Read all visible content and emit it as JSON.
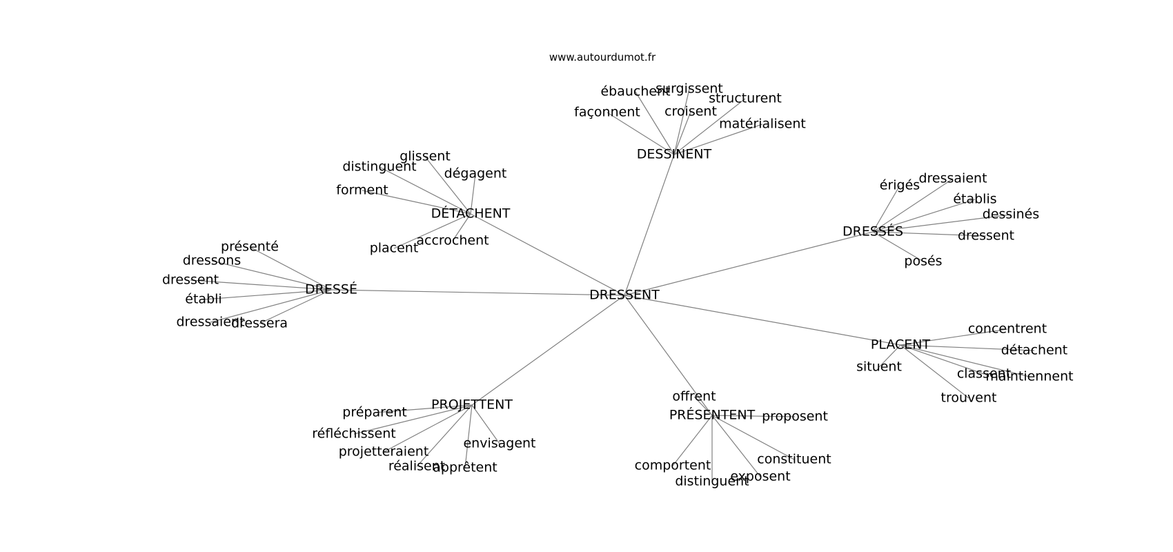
{
  "source": "www.autourdumot.fr",
  "center": "DRESSENT",
  "clusters": [
    {
      "word": "DESSINENT",
      "leaves": [
        "ébauchent",
        "surgissent",
        "structurent",
        "façonnent",
        "croisent",
        "matérialisent"
      ]
    },
    {
      "word": "DÉTACHENT",
      "leaves": [
        "glissent",
        "distinguent",
        "dégagent",
        "forment",
        "placent",
        "accrochent"
      ]
    },
    {
      "word": "DRESSÉS",
      "leaves": [
        "érigés",
        "dressaient",
        "établis",
        "dessinés",
        "dressent",
        "posés"
      ]
    },
    {
      "word": "DRESSÉ",
      "leaves": [
        "présenté",
        "dressons",
        "dressent",
        "établi",
        "dressaient",
        "dressera"
      ]
    },
    {
      "word": "PLACENT",
      "leaves": [
        "concentrent",
        "détachent",
        "situent",
        "classent",
        "maintiennent",
        "trouvent"
      ]
    },
    {
      "word": "PROJETTENT",
      "leaves": [
        "préparent",
        "réfléchissent",
        "projetteraient",
        "réalisent",
        "apprêtent",
        "envisagent"
      ]
    },
    {
      "word": "PRÉSENTENT",
      "leaves": [
        "offrent",
        "proposent",
        "constituent",
        "comportent",
        "distinguent",
        "exposent"
      ]
    }
  ]
}
